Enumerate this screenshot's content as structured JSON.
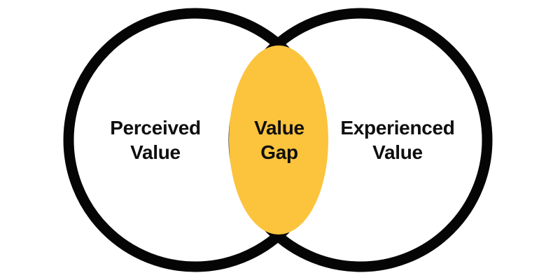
{
  "colors": {
    "background": "#FFFFFF",
    "circle_stroke": "#050505",
    "overlap_fill": "#FCC33D",
    "label_text": "#0F0F0F"
  },
  "venn": {
    "left_circle": {
      "label_line1": "Perceived",
      "label_line2": "Value"
    },
    "overlap": {
      "label_line1": "Value",
      "label_line2": "Gap"
    },
    "right_circle": {
      "label_line1": "Experienced",
      "label_line2": "Value"
    }
  }
}
